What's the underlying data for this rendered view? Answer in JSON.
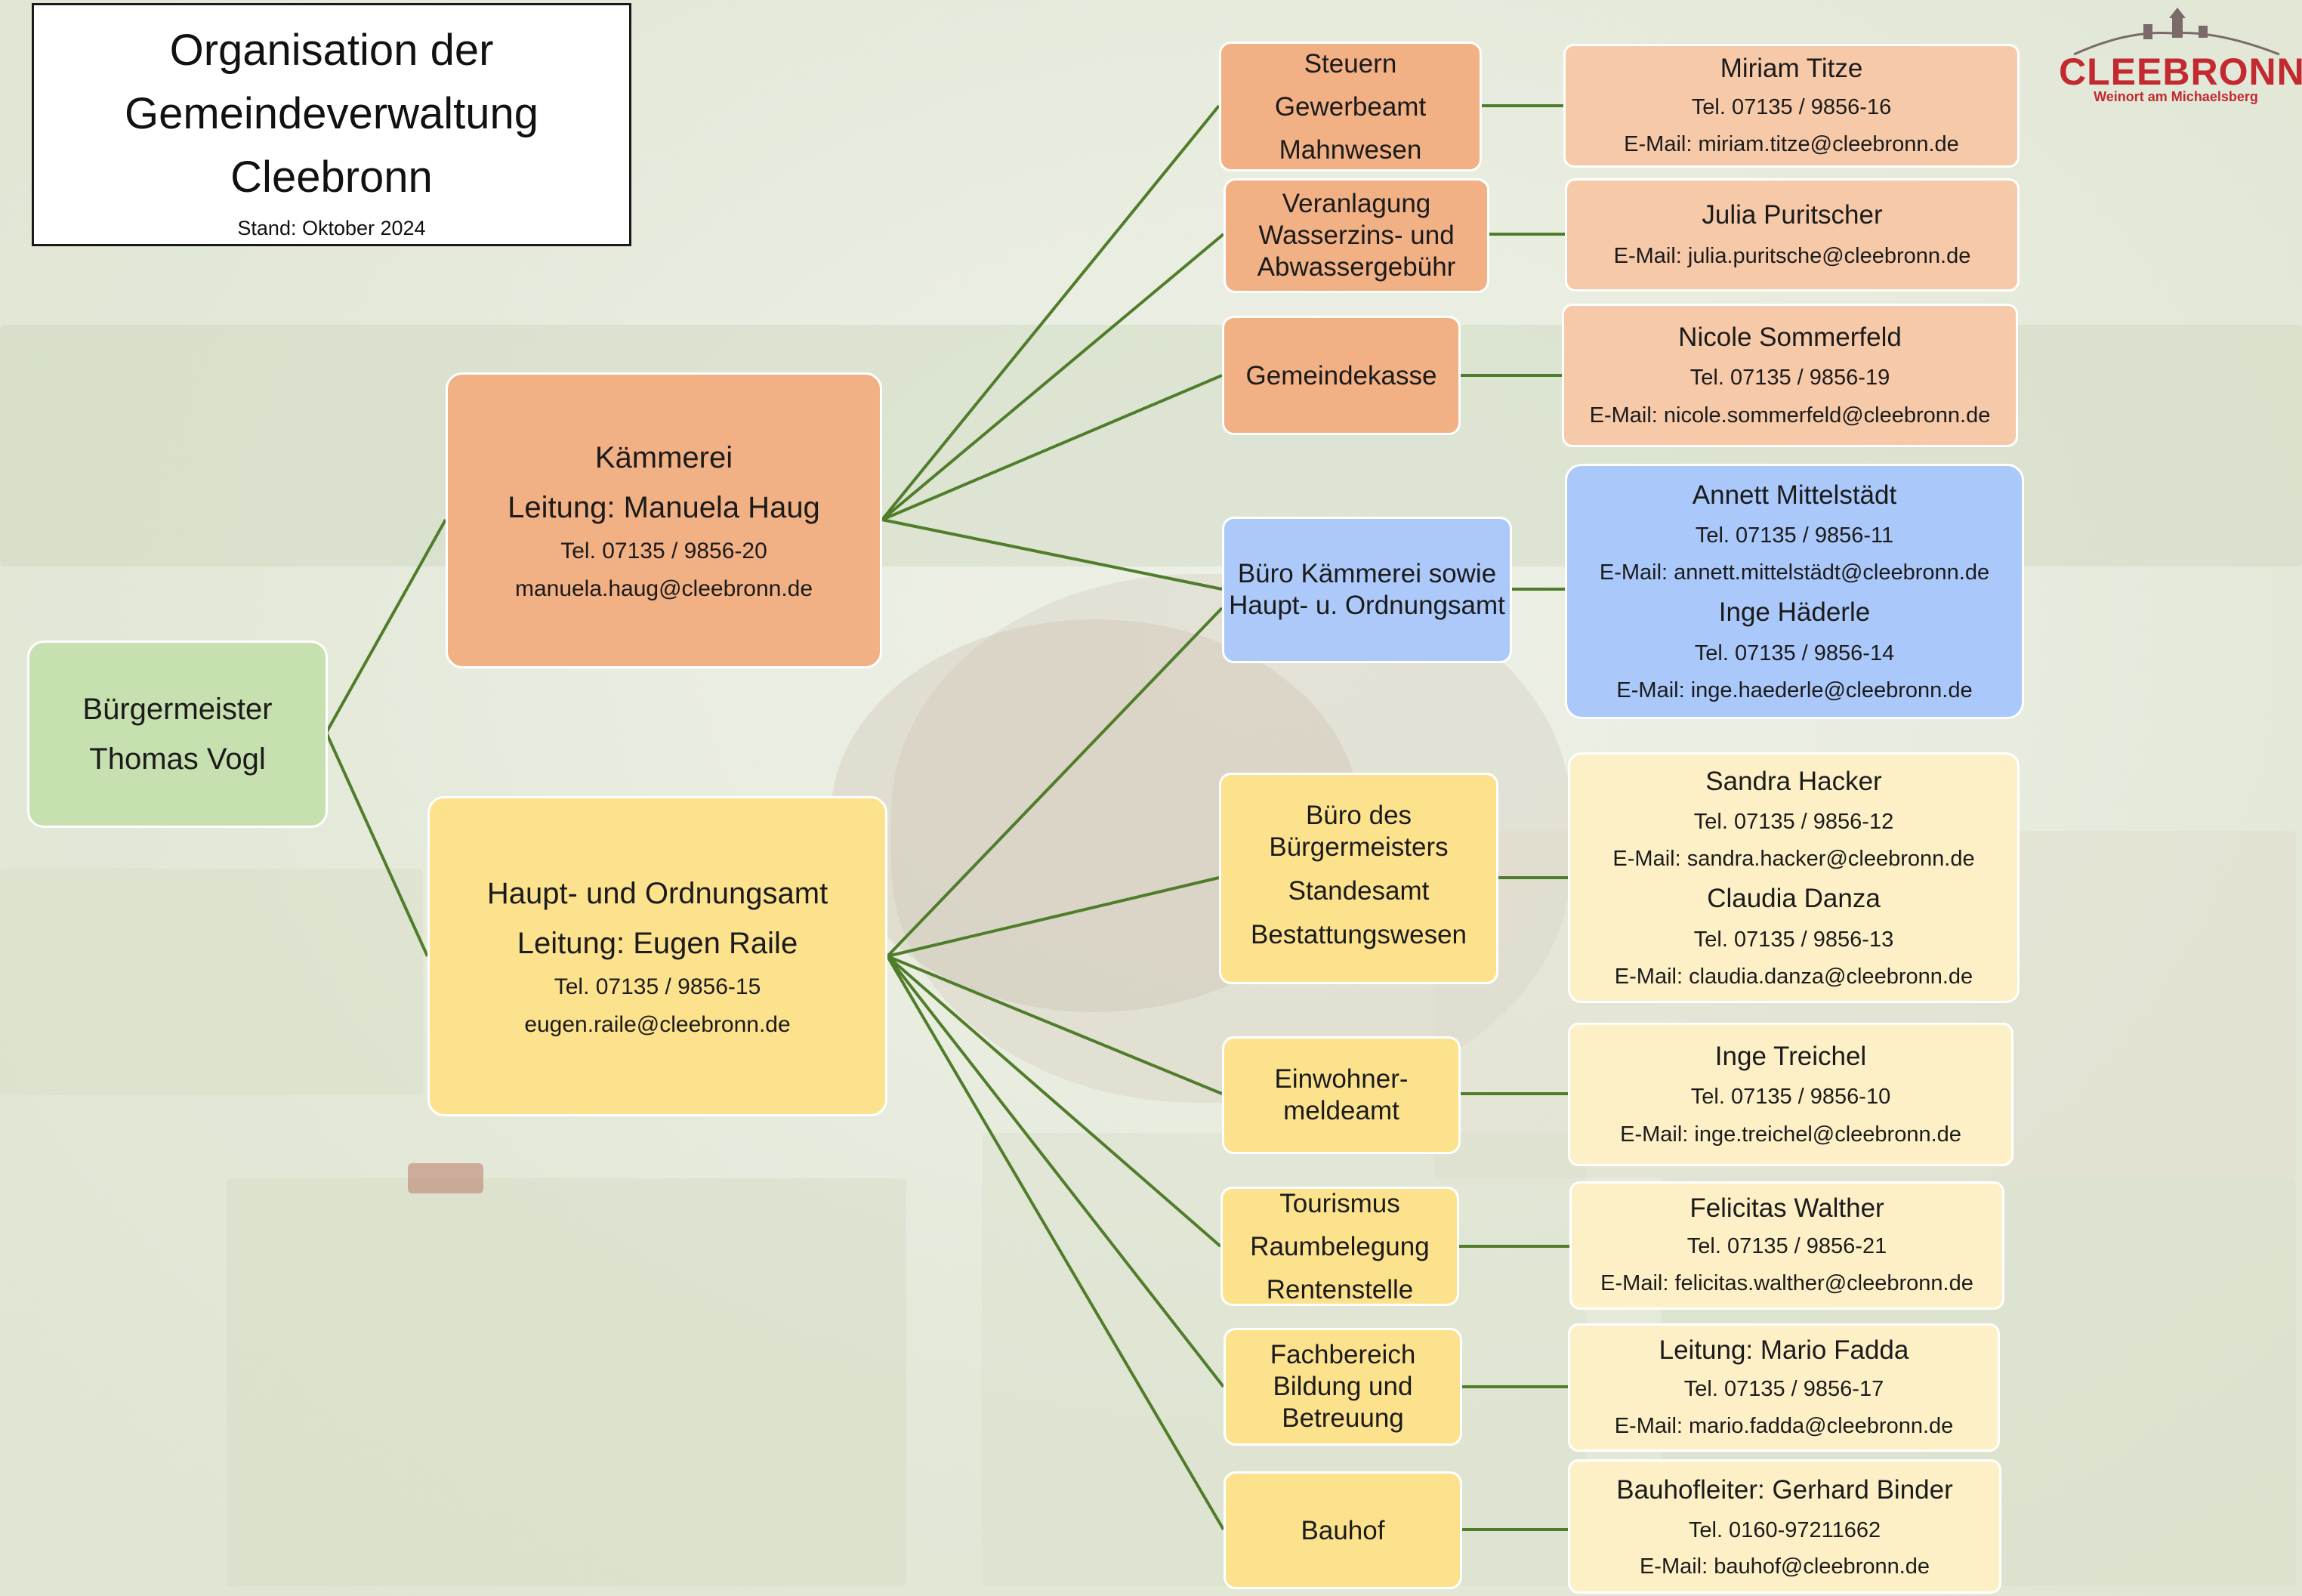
{
  "title": {
    "line1": "Organisation der",
    "line2": "Gemeindeverwaltung",
    "line3": "Cleebronn",
    "stand": "Stand: Oktober 2024"
  },
  "logo": {
    "name": "CLEEBRONN",
    "sub": "Weinort am Michaelsberg"
  },
  "mayor": {
    "role": "Bürgermeister",
    "name": "Thomas Vogl"
  },
  "kaemmerei": {
    "title": "Kämmerei",
    "lead": "Leitung: Manuela Haug",
    "tel": "Tel. 07135 / 9856-20",
    "email": "manuela.haug@cleebronn.de"
  },
  "hauptamt": {
    "title": "Haupt- und Ordnungsamt",
    "lead": "Leitung: Eugen Raile",
    "tel": "Tel. 07135 / 9856-15",
    "email": "eugen.raile@cleebronn.de"
  },
  "depts": {
    "steuern": [
      "Steuern",
      "Gewerbeamt",
      "Mahnwesen"
    ],
    "veranlagung": [
      "Veranlagung",
      "Wasserzins- und",
      "Abwassergebühr"
    ],
    "kasse": [
      "Gemeindekasse"
    ],
    "buero_k": [
      "Büro Kämmerei sowie",
      "Haupt- u. Ordnungsamt"
    ],
    "buero_bm": [
      "Büro des",
      "Bürgermeisters",
      "Standesamt",
      "Bestattungswesen"
    ],
    "einwohner": [
      "Einwohner-",
      "meldeamt"
    ],
    "tourismus": [
      "Tourismus",
      "Raumbelegung",
      "Rentenstelle"
    ],
    "bildung": [
      "Fachbereich",
      "Bildung und",
      "Betreuung"
    ],
    "bauhof": [
      "Bauhof"
    ]
  },
  "people": {
    "titze": {
      "name": "Miriam Titze",
      "tel": "Tel. 07135 / 9856-16",
      "email": "E-Mail: miriam.titze@cleebronn.de"
    },
    "puritscher": {
      "name": "Julia Puritscher",
      "email": "E-Mail: julia.puritsche@cleebronn.de"
    },
    "sommerfeld": {
      "name": "Nicole Sommerfeld",
      "tel": "Tel. 07135 / 9856-19",
      "email": "E-Mail: nicole.sommerfeld@cleebronn.de"
    },
    "mittelstaedt": {
      "name": "Annett Mittelstädt",
      "tel": "Tel. 07135 / 9856-11",
      "email": "E-Mail: annett.mittelstädt@cleebronn.de"
    },
    "haederle": {
      "name": "Inge Häderle",
      "tel": "Tel. 07135 / 9856-14",
      "email": "E-Mail: inge.haederle@cleebronn.de"
    },
    "hacker": {
      "name": "Sandra Hacker",
      "tel": "Tel. 07135 / 9856-12",
      "email": "E-Mail: sandra.hacker@cleebronn.de"
    },
    "danza": {
      "name": "Claudia Danza",
      "tel": "Tel. 07135 / 9856-13",
      "email": "E-Mail: claudia.danza@cleebronn.de"
    },
    "treichel": {
      "name": "Inge Treichel",
      "tel": "Tel. 07135 / 9856-10",
      "email": "E-Mail: inge.treichel@cleebronn.de"
    },
    "walther": {
      "name": "Felicitas Walther",
      "tel": "Tel. 07135 / 9856-21",
      "email": "E-Mail: felicitas.walther@cleebronn.de"
    },
    "fadda": {
      "name": "Leitung: Mario Fadda",
      "tel": "Tel. 07135 / 9856-17",
      "email": "E-Mail: mario.fadda@cleebronn.de"
    },
    "binder": {
      "name": "Bauhofleiter: Gerhard Binder",
      "tel": "Tel. 0160-97211662",
      "email": "E-Mail: bauhof@cleebronn.de"
    }
  },
  "colors": {
    "line": "#4f7d2a",
    "mayor": "#c7e0b0",
    "kaemmerei": "#f2b085",
    "hauptamt": "#fde28e",
    "buero": "#acc9f9",
    "logo": "#c32a30"
  }
}
